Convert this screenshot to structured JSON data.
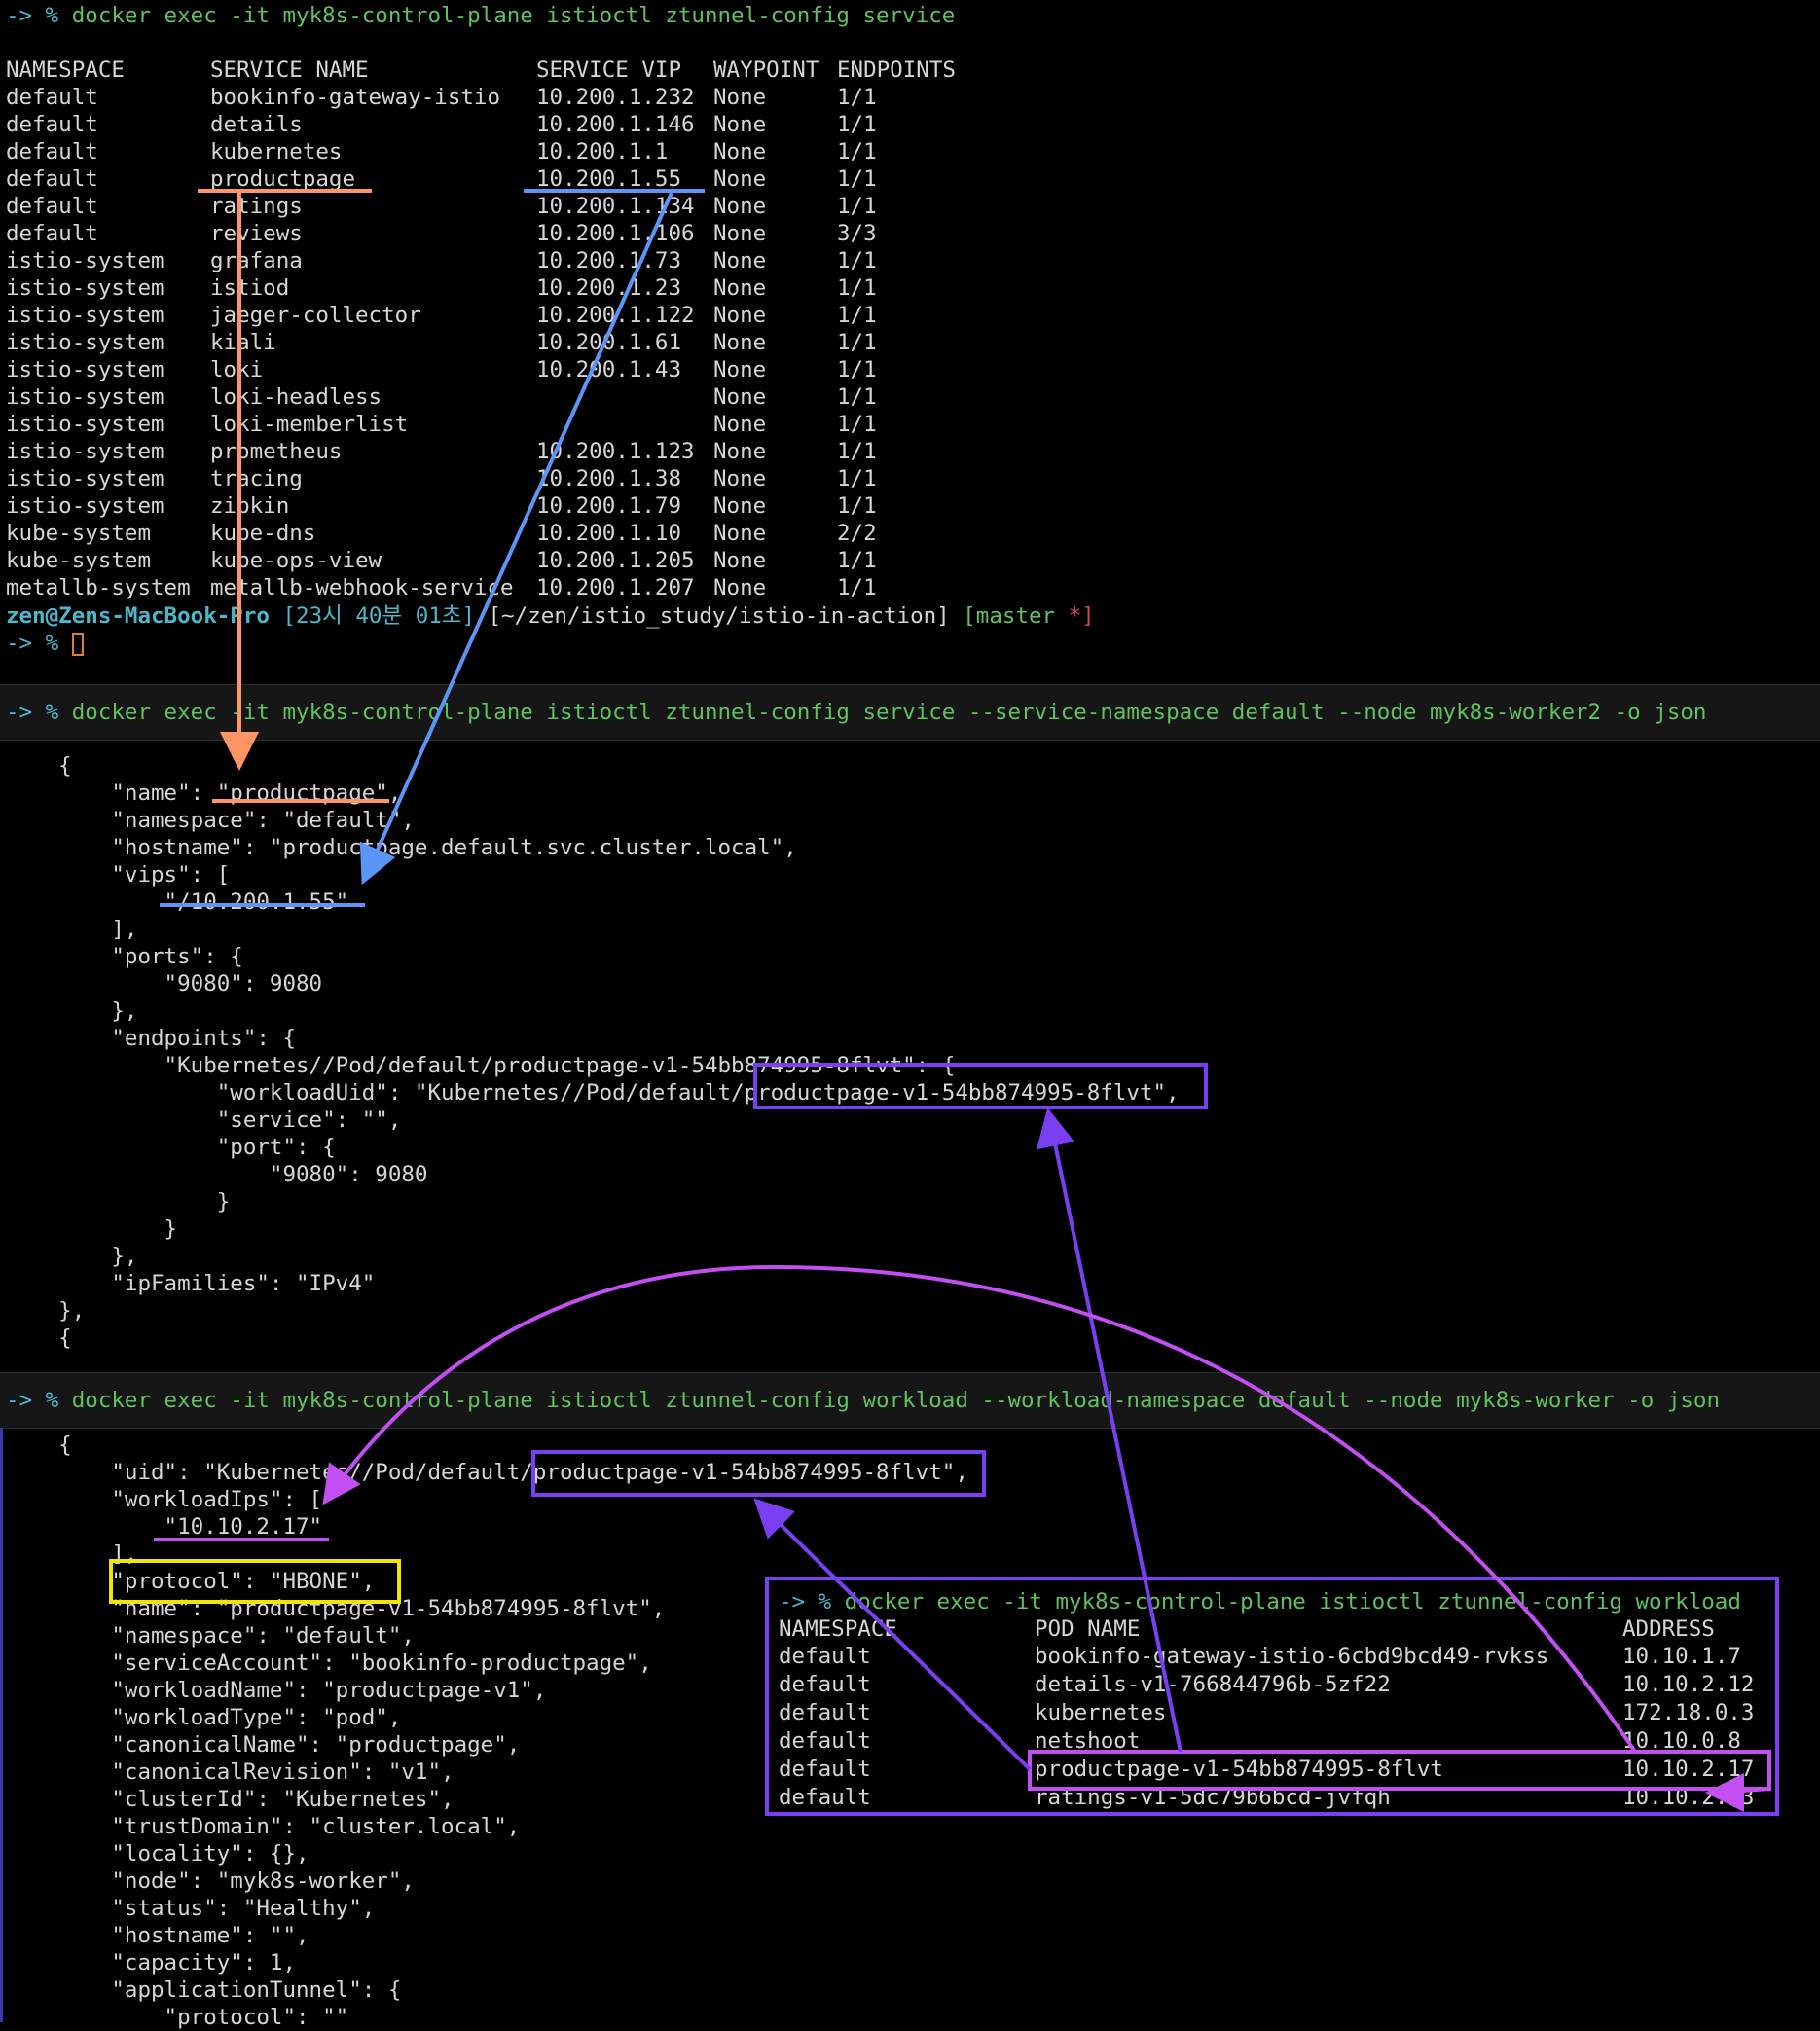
{
  "pane1": {
    "prompt_symbol": "-> %",
    "command": "docker exec -it myk8s-control-plane istioctl ztunnel-config service",
    "headers": [
      "NAMESPACE",
      "SERVICE NAME",
      "SERVICE VIP",
      "WAYPOINT",
      "ENDPOINTS"
    ],
    "rows": [
      [
        "default",
        "bookinfo-gateway-istio",
        "10.200.1.232",
        "None",
        "1/1"
      ],
      [
        "default",
        "details",
        "10.200.1.146",
        "None",
        "1/1"
      ],
      [
        "default",
        "kubernetes",
        "10.200.1.1",
        "None",
        "1/1"
      ],
      [
        "default",
        "productpage",
        "10.200.1.55",
        "None",
        "1/1"
      ],
      [
        "default",
        "ratings",
        "10.200.1.134",
        "None",
        "1/1"
      ],
      [
        "default",
        "reviews",
        "10.200.1.106",
        "None",
        "3/3"
      ],
      [
        "istio-system",
        "grafana",
        "10.200.1.73",
        "None",
        "1/1"
      ],
      [
        "istio-system",
        "istiod",
        "10.200.1.23",
        "None",
        "1/1"
      ],
      [
        "istio-system",
        "jaeger-collector",
        "10.200.1.122",
        "None",
        "1/1"
      ],
      [
        "istio-system",
        "kiali",
        "10.200.1.61",
        "None",
        "1/1"
      ],
      [
        "istio-system",
        "loki",
        "10.200.1.43",
        "None",
        "1/1"
      ],
      [
        "istio-system",
        "loki-headless",
        "",
        "None",
        "1/1"
      ],
      [
        "istio-system",
        "loki-memberlist",
        "",
        "None",
        "1/1"
      ],
      [
        "istio-system",
        "prometheus",
        "10.200.1.123",
        "None",
        "1/1"
      ],
      [
        "istio-system",
        "tracing",
        "10.200.1.38",
        "None",
        "1/1"
      ],
      [
        "istio-system",
        "zipkin",
        "10.200.1.79",
        "None",
        "1/1"
      ],
      [
        "kube-system",
        "kube-dns",
        "10.200.1.10",
        "None",
        "2/2"
      ],
      [
        "kube-system",
        "kube-ops-view",
        "10.200.1.205",
        "None",
        "1/1"
      ],
      [
        "metallb-system",
        "metallb-webhook-service",
        "10.200.1.207",
        "None",
        "1/1"
      ]
    ],
    "status_user": "zen@Zens-MacBook-Pro",
    "status_time": "[23시 40분 01초]",
    "status_path": "[~/zen/istio_study/istio-in-action]",
    "status_branch": "[master",
    "status_dirty": "*]",
    "final_prompt": "-> %"
  },
  "pane2": {
    "prompt_symbol": "-> %",
    "command": "docker exec -it myk8s-control-plane istioctl ztunnel-config service --service-namespace default --node myk8s-worker2 -o json",
    "lines": [
      "    {",
      "        \"name\": \"productpage\",",
      "        \"namespace\": \"default\",",
      "        \"hostname\": \"productpage.default.svc.cluster.local\",",
      "        \"vips\": [",
      "            \"/10.200.1.55\"",
      "        ],",
      "        \"ports\": {",
      "            \"9080\": 9080",
      "        },",
      "        \"endpoints\": {",
      "            \"Kubernetes//Pod/default/productpage-v1-54bb874995-8flvt\": {",
      "                \"workloadUid\": \"Kubernetes//Pod/default/productpage-v1-54bb874995-8flvt\",",
      "                \"service\": \"\",",
      "                \"port\": {",
      "                    \"9080\": 9080",
      "                }",
      "            }",
      "        },",
      "        \"ipFamilies\": \"IPv4\"",
      "    },",
      "    {"
    ]
  },
  "pane3": {
    "prompt_symbol": "-> %",
    "command": "docker exec -it myk8s-control-plane istioctl ztunnel-config workload --workload-namespace default --node myk8s-worker -o json",
    "lines": [
      "    {",
      "        \"uid\": \"Kubernetes//Pod/default/productpage-v1-54bb874995-8flvt\",",
      "        \"workloadIps\": [",
      "            \"10.10.2.17\"",
      "        ],",
      "        \"protocol\": \"HBONE\",",
      "        \"name\": \"productpage-v1-54bb874995-8flvt\",",
      "        \"namespace\": \"default\",",
      "        \"serviceAccount\": \"bookinfo-productpage\",",
      "        \"workloadName\": \"productpage-v1\",",
      "        \"workloadType\": \"pod\",",
      "        \"canonicalName\": \"productpage\",",
      "        \"canonicalRevision\": \"v1\",",
      "        \"clusterId\": \"Kubernetes\",",
      "        \"trustDomain\": \"cluster.local\",",
      "        \"locality\": {},",
      "        \"node\": \"myk8s-worker\",",
      "        \"status\": \"Healthy\",",
      "        \"hostname\": \"\",",
      "        \"capacity\": 1,",
      "        \"applicationTunnel\": {",
      "            \"protocol\": \"\""
    ]
  },
  "inset": {
    "prompt_symbol": "-> %",
    "command": "docker exec -it myk8s-control-plane istioctl ztunnel-config workload",
    "headers": [
      "NAMESPACE",
      "POD NAME",
      "ADDRESS"
    ],
    "rows": [
      [
        "default",
        "bookinfo-gateway-istio-6cbd9bcd49-rvkss",
        "10.10.1.7"
      ],
      [
        "default",
        "details-v1-766844796b-5zf22",
        "10.10.2.12"
      ],
      [
        "default",
        "kubernetes",
        "172.18.0.3"
      ],
      [
        "default",
        "netshoot",
        "10.10.0.8"
      ],
      [
        "default",
        "productpage-v1-54bb874995-8flvt",
        "10.10.2.17"
      ],
      [
        "default",
        "ratings-v1-5dc79b6bcd-jvfqh",
        "10.10.2.13"
      ]
    ]
  },
  "colors": {
    "prompt_green": "#5fc25f",
    "cyan": "#4db6c9",
    "annotation_orange": "#ff9466",
    "annotation_blue": "#5b95f5",
    "annotation_purple": "#7b3ff2",
    "annotation_magenta": "#c34ef2",
    "annotation_yellow": "#f2e600"
  },
  "icons": [
    "cursor-icon"
  ]
}
